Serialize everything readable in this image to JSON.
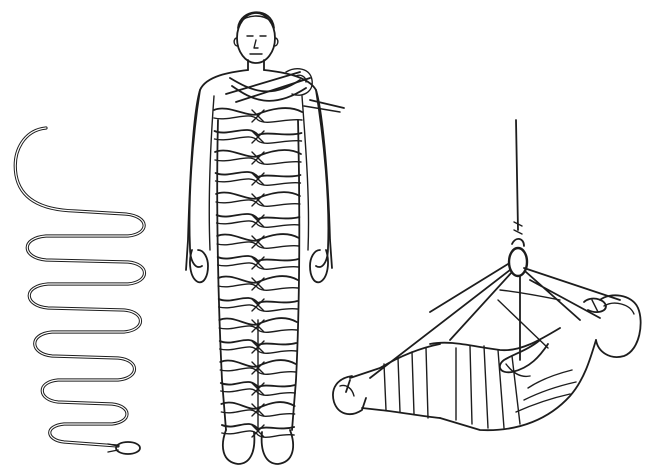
{
  "figure": {
    "panels": [
      {
        "id": "coiled-rope",
        "name": "coiled-rope-panel"
      },
      {
        "id": "standing-man-wrapped",
        "name": "wrapped-standing-figure-panel"
      },
      {
        "id": "suspended-man",
        "name": "suspended-figure-panel"
      }
    ],
    "colors": {
      "ink": "#1d1d1d",
      "background": "#ffffff"
    }
  }
}
